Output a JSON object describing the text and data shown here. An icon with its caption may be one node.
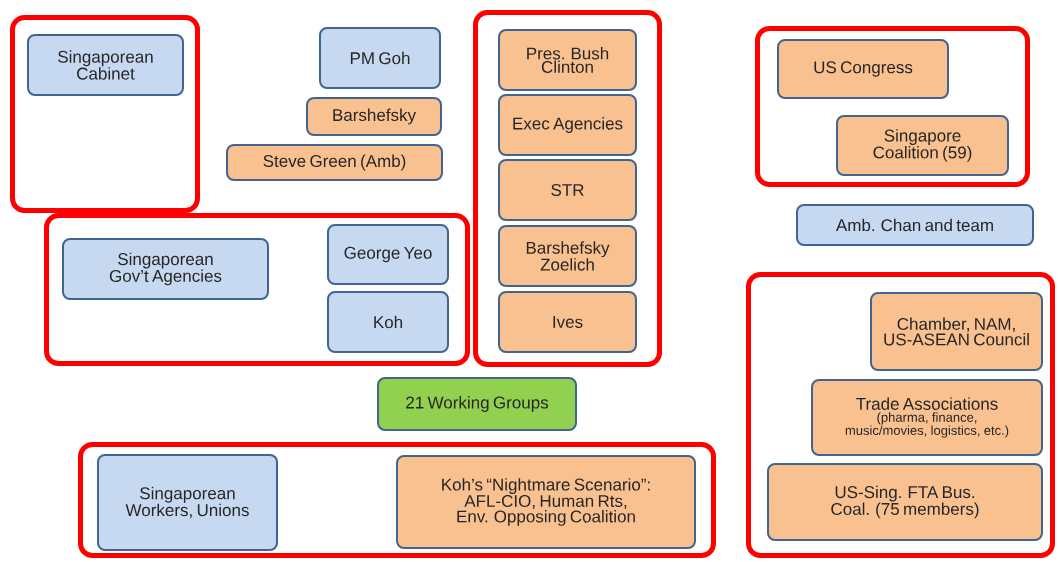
{
  "diagram": {
    "nodes": [
      {
        "text": [],
        "shape": "box"
      },
      {
        "text": [
          "Singaporean Cabinet"
        ],
        "in": 0
      },
      {
        "text": [
          "PM Goh"
        ]
      },
      {
        "text": [
          "Barshefsky"
        ]
      },
      {
        "text": [
          "Steve Green (Amb)"
        ]
      },
      {
        "text": [],
        "shape": "box"
      },
      {
        "text": [
          "Pres. Bush Clinton"
        ],
        "in": 5
      },
      {
        "text": [
          "Exec Agencies"
        ],
        "in": 5
      },
      {
        "text": [
          "STR"
        ],
        "in": 5
      },
      {
        "text": [
          "Barshefsky Zoelich"
        ],
        "in": 5
      },
      {
        "text": [
          "Ives"
        ],
        "in": 5
      },
      {
        "text": [],
        "shape": "box"
      },
      {
        "text": [
          "US Congress"
        ],
        "in": 11
      },
      {
        "text": [
          "Singapore Coalition (59)"
        ],
        "in": 11
      },
      {
        "text": [],
        "shape": "box"
      },
      {
        "text": [
          "Singaporean Gov’t Agencies"
        ],
        "in": 14
      },
      {
        "text": [
          "George Yeo"
        ],
        "in": 14
      },
      {
        "text": [
          "Koh"
        ],
        "in": 14
      },
      {
        "text": [
          "Amb. Chan and team"
        ]
      },
      {
        "text": [],
        "shape": "box"
      },
      {
        "text": [
          "Chamber, NAM, US-ASEAN Council"
        ],
        "in": 19
      },
      {
        "text": [
          "Trade Associations",
          "(pharma, finance, music/movies, logistics, etc.)"
        ],
        "in": 19
      },
      {
        "text": [
          "US-Sing. FTA Bus. Coal. (75 members)"
        ],
        "in": 19
      },
      {
        "text": [
          "21 Working Groups"
        ]
      },
      {
        "text": [],
        "shape": "box"
      },
      {
        "text": [
          "Singaporean Workers, Unions"
        ],
        "in": 24
      },
      {
        "text": [
          "Koh’s “Nightmare Scenario”: AFL-CIO, Human Rts, Env. Opposing Coalition"
        ],
        "in": 24
      }
    ],
    "edges": []
  }
}
